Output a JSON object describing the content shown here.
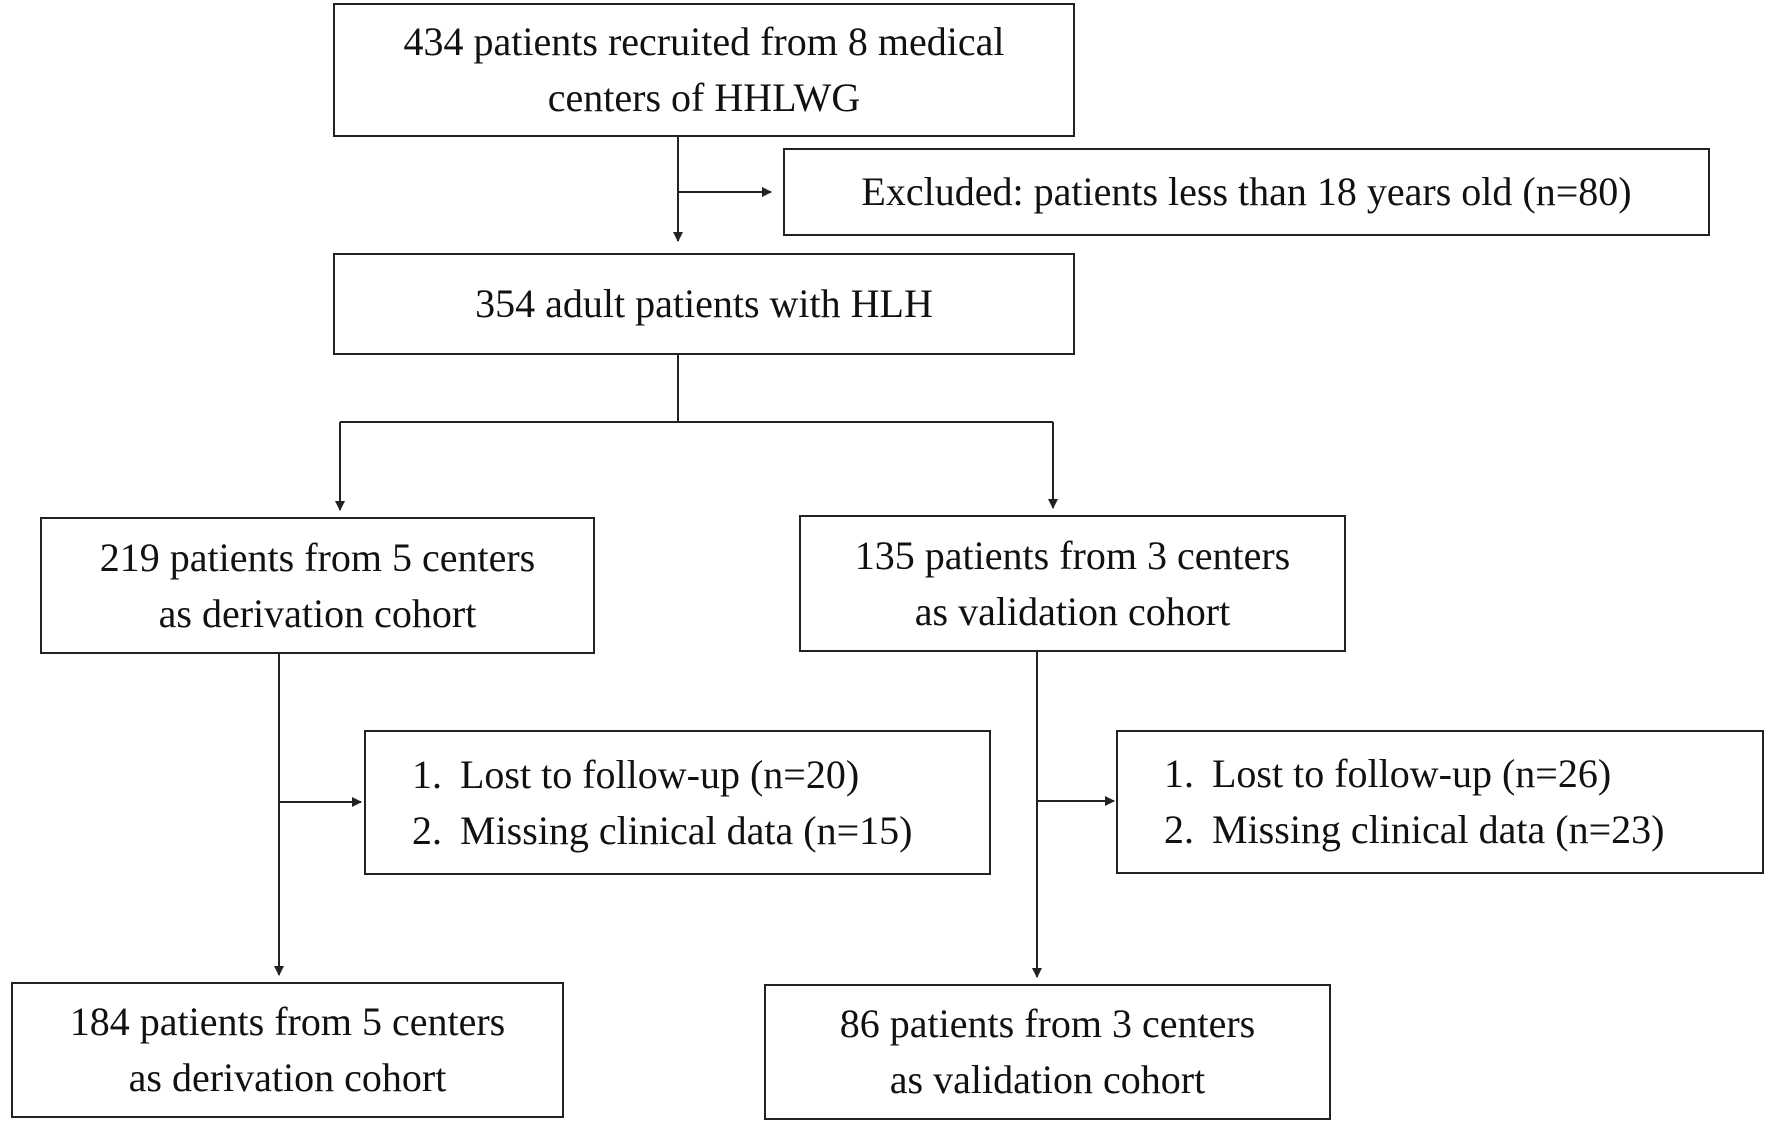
{
  "flowchart": {
    "recruited": {
      "line1": "434 patients recruited from 8 medical",
      "line2": "centers of HHLWG"
    },
    "excluded": {
      "text": "Excluded: patients less than 18 years old (n=80)"
    },
    "adult": {
      "text": "354 adult patients with HLH"
    },
    "derivation_initial": {
      "line1": "219 patients from 5 centers",
      "line2": "as derivation cohort"
    },
    "validation_initial": {
      "line1": "135 patients from 3 centers",
      "line2": "as validation cohort"
    },
    "derivation_exclusions": {
      "items": [
        {
          "num": "1.",
          "text": "Lost to follow-up (n=20)"
        },
        {
          "num": "2.",
          "text": "Missing clinical data (n=15)"
        }
      ]
    },
    "validation_exclusions": {
      "items": [
        {
          "num": "1.",
          "text": "Lost to follow-up (n=26)"
        },
        {
          "num": "2.",
          "text": "Missing clinical data (n=23)"
        }
      ]
    },
    "derivation_final": {
      "line1": "184 patients from 5 centers",
      "line2": "as derivation cohort"
    },
    "validation_final": {
      "line1": "86 patients from 3 centers",
      "line2": "as validation cohort"
    }
  },
  "colors": {
    "line": "#222222",
    "text": "#111111",
    "background": "#ffffff"
  }
}
